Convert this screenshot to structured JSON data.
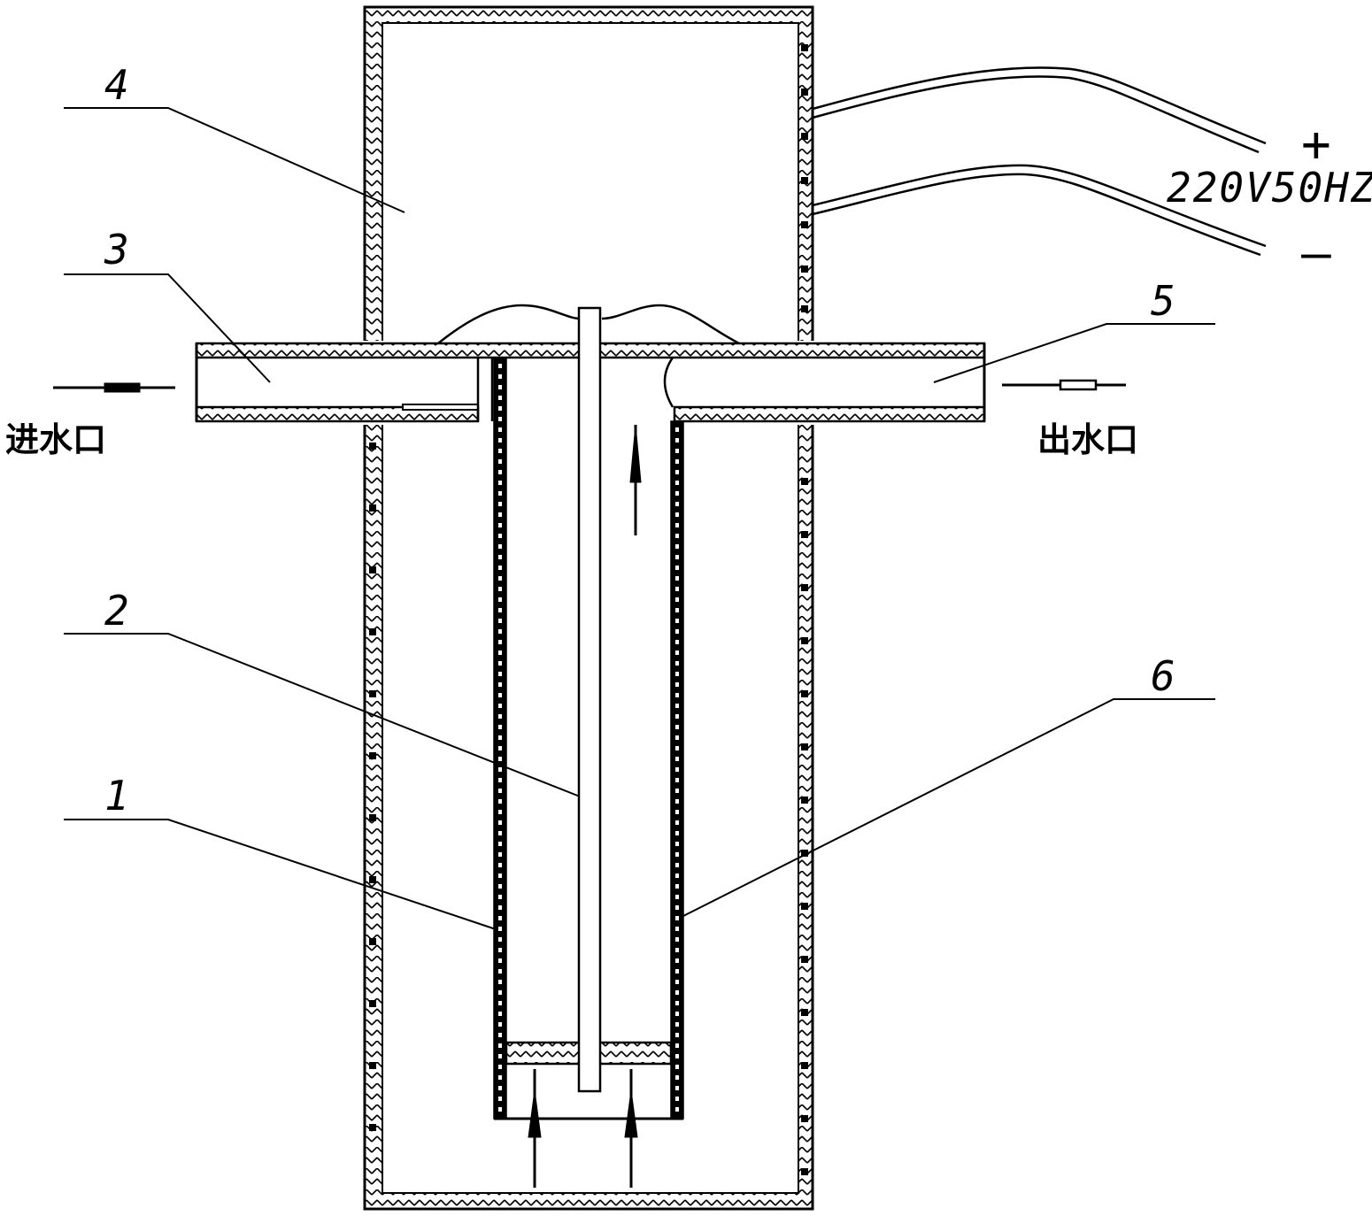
{
  "diagram": {
    "part_labels": {
      "p1": "1",
      "p2": "2",
      "p3": "3",
      "p4": "4",
      "p5": "5",
      "p6": "6"
    },
    "power": {
      "voltage": "220V50HZ",
      "plus": "+",
      "minus": "—"
    },
    "inlet_label": "进水口",
    "outlet_label": "出水口",
    "colors": {
      "line": "#000000",
      "background": "#ffffff"
    }
  }
}
